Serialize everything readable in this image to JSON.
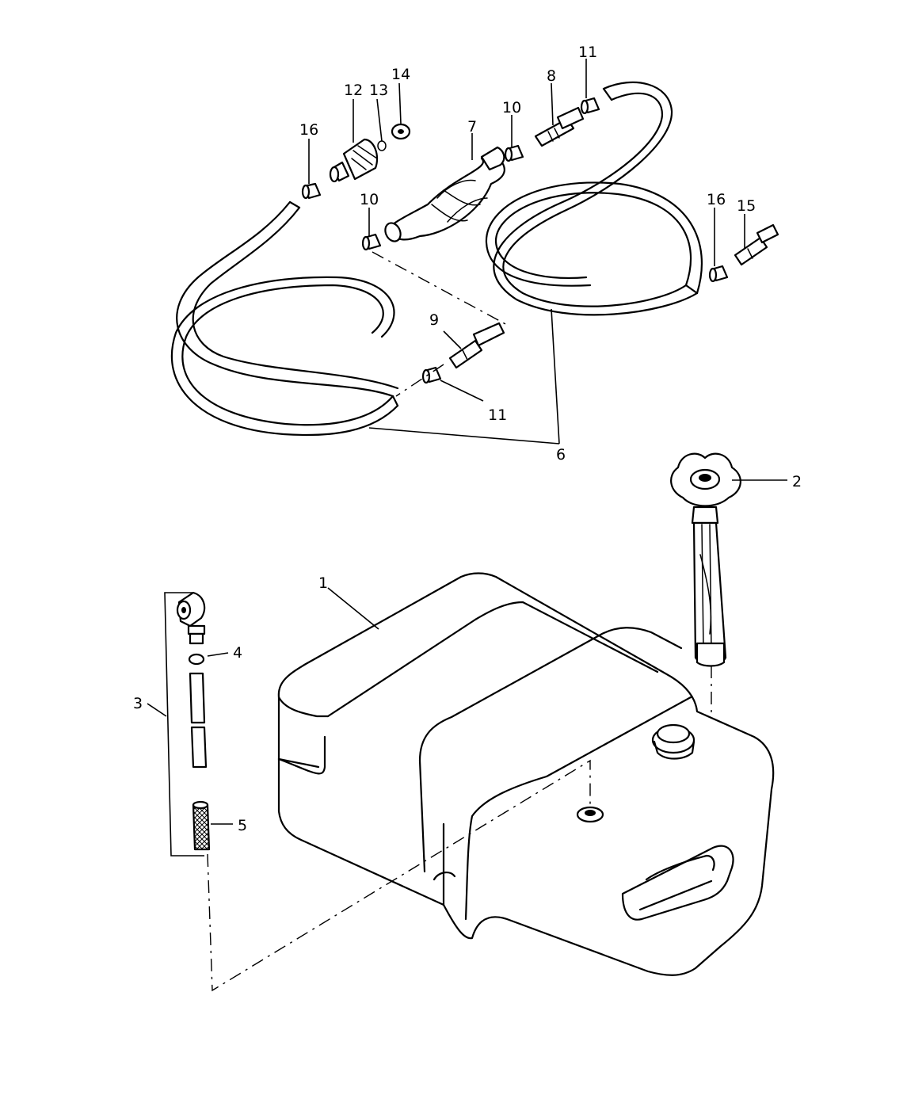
{
  "callouts": {
    "c1": "1",
    "c2": "2",
    "c3": "3",
    "c4": "4",
    "c5": "5",
    "c6": "6",
    "c7": "7",
    "c8": "8",
    "c9": "9",
    "c10a": "10",
    "c10b": "10",
    "c11a": "11",
    "c11b": "11",
    "c12": "12",
    "c13": "13",
    "c14": "14",
    "c15": "15",
    "c16a": "16",
    "c16b": "16"
  }
}
